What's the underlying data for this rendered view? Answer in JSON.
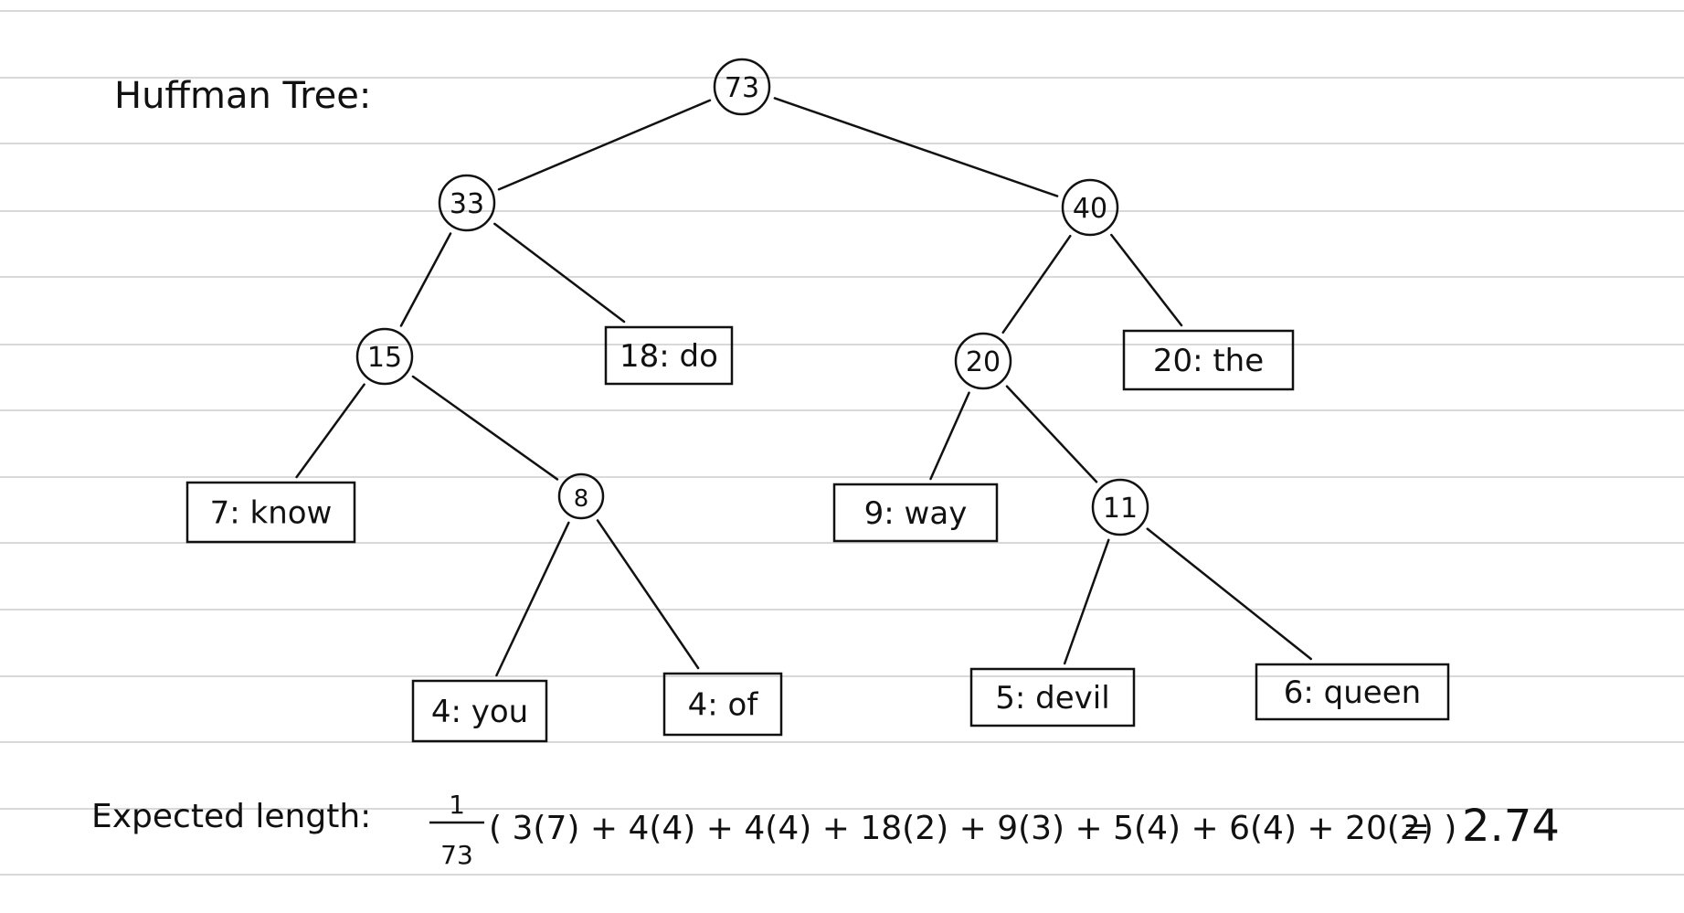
{
  "title": "Huffman Tree:",
  "tree": {
    "nodes": [
      {
        "id": "n73",
        "label": "73",
        "kind": "internal"
      },
      {
        "id": "n33",
        "label": "33",
        "kind": "internal"
      },
      {
        "id": "n40",
        "label": "40",
        "kind": "internal"
      },
      {
        "id": "n15",
        "label": "15",
        "kind": "internal"
      },
      {
        "id": "l18",
        "label": "18: do",
        "kind": "leaf"
      },
      {
        "id": "n20",
        "label": "20",
        "kind": "internal"
      },
      {
        "id": "l20the",
        "label": "20: the",
        "kind": "leaf"
      },
      {
        "id": "l7",
        "label": "7: know",
        "kind": "leaf"
      },
      {
        "id": "n8",
        "label": "8",
        "kind": "internal"
      },
      {
        "id": "l9",
        "label": "9: way",
        "kind": "leaf"
      },
      {
        "id": "n11",
        "label": "11",
        "kind": "internal"
      },
      {
        "id": "l4you",
        "label": "4: you",
        "kind": "leaf"
      },
      {
        "id": "l4of",
        "label": "4: of",
        "kind": "leaf"
      },
      {
        "id": "l5",
        "label": "5: devil",
        "kind": "leaf"
      },
      {
        "id": "l6",
        "label": "6: queen",
        "kind": "leaf"
      }
    ],
    "edges": [
      [
        "n73",
        "n33"
      ],
      [
        "n73",
        "n40"
      ],
      [
        "n33",
        "n15"
      ],
      [
        "n33",
        "l18"
      ],
      [
        "n40",
        "n20"
      ],
      [
        "n40",
        "l20the"
      ],
      [
        "n15",
        "l7"
      ],
      [
        "n15",
        "n8"
      ],
      [
        "n20",
        "l9"
      ],
      [
        "n20",
        "n11"
      ],
      [
        "n8",
        "l4you"
      ],
      [
        "n8",
        "l4of"
      ],
      [
        "n11",
        "l5"
      ],
      [
        "n11",
        "l6"
      ]
    ]
  },
  "expected": {
    "label": "Expected length:",
    "numerator": "1",
    "denominator": "73",
    "expression": "( 3(7) + 4(4) + 4(4) + 18(2) + 9(3) + 5(4) + 6(4) + 20(2) )",
    "equals": "=",
    "result": "2.74"
  },
  "colors": {
    "ink": "#111111",
    "rule": "#d9d9d9",
    "paper": "#ffffff"
  }
}
